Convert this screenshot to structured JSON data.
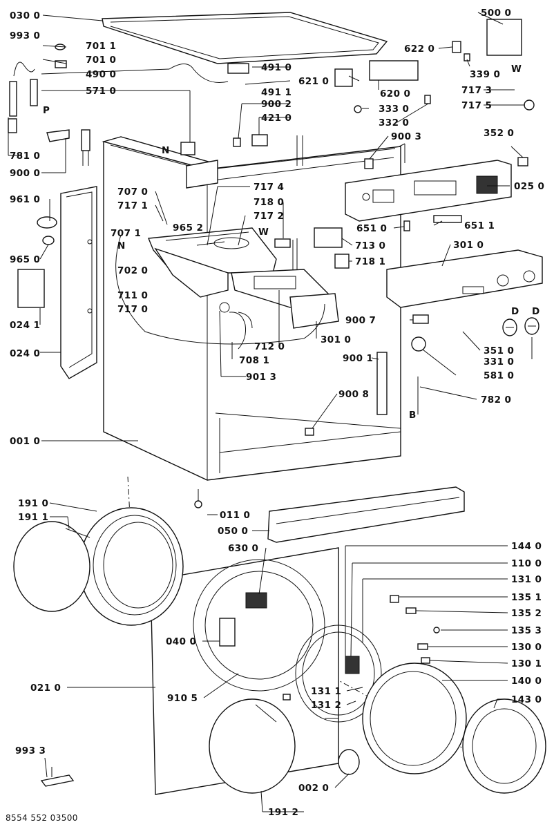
{
  "drawing_number": "8554 552 03500",
  "labels": {
    "l030_0": "030 0",
    "l993_0": "993 0",
    "l701_1": "701 1",
    "l701_0": "701 0",
    "l490_0": "490 0",
    "l571_0": "571 0",
    "l781_0": "781 0",
    "l900_0": "900 0",
    "l961_0": "961 0",
    "l965_0": "965 0",
    "l024_1": "024 1",
    "l024_0": "024 0",
    "l707_0": "707 0",
    "l717_1": "717 1",
    "l965_2": "965 2",
    "l707_1": "707 1",
    "l702_0": "702 0",
    "l711_0": "711 0",
    "l717_0": "717 0",
    "l001_0": "001 0",
    "l491_0": "491 0",
    "l621_0": "621 0",
    "l491_1": "491 1",
    "l900_2": "900 2",
    "l421_0": "421 0",
    "l717_4": "717 4",
    "l718_0": "718 0",
    "l717_2": "717 2",
    "l713_0": "713 0",
    "l718_1": "718 1",
    "l712_0": "712 0",
    "l708_1": "708 1",
    "l901_3": "901 3",
    "l301_0b": "301 0",
    "l900_8": "900 8",
    "l500_0": "500 0",
    "l622_0": "622 0",
    "l339_0": "339 0",
    "l717_3": "717 3",
    "l717_5": "717 5",
    "l620_0": "620 0",
    "l333_0": "333 0",
    "l332_0": "332 0",
    "l900_3": "900 3",
    "l352_0": "352 0",
    "l025_0": "025 0",
    "l651_0": "651 0",
    "l651_1": "651 1",
    "l301_0": "301 0",
    "l900_7": "900 7",
    "l351_0": "351 0",
    "l331_0": "331 0",
    "l581_0": "581 0",
    "l900_1": "900 1",
    "l782_0": "782 0",
    "l191_0": "191 0",
    "l191_1": "191 1",
    "l011_0": "011 0",
    "l050_0": "050 0",
    "l630_0": "630 0",
    "l040_0": "040 0",
    "l021_0": "021 0",
    "l910_5": "910 5",
    "l993_3": "993 3",
    "l191_2": "191 2",
    "l002_0": "002 0",
    "l144_0": "144 0",
    "l110_0": "110 0",
    "l131_0": "131 0",
    "l135_1": "135 1",
    "l135_2": "135 2",
    "l135_3": "135 3",
    "l130_0": "130 0",
    "l130_1": "130 1",
    "l131_1": "131 1",
    "l131_2": "131 2",
    "l140_0": "140 0",
    "l143_0": "143 0"
  },
  "letter_markers": {
    "p": "P",
    "n_top": "N",
    "n_left": "N",
    "w_hopper": "W",
    "w_top": "W",
    "d_left": "D",
    "d_right": "D",
    "b": "B"
  }
}
